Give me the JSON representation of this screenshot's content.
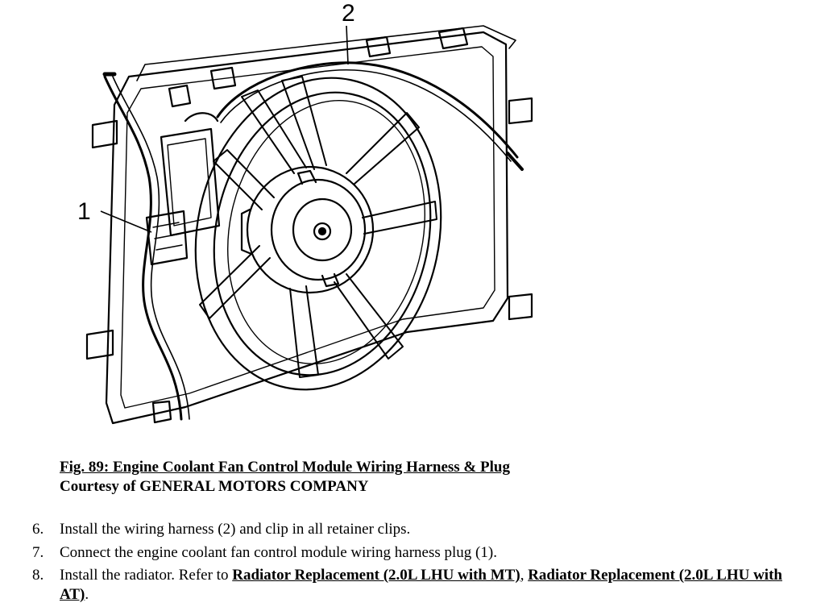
{
  "figure": {
    "callout_1": "1",
    "callout_2": "2"
  },
  "caption": {
    "title": "Fig. 89: Engine Coolant Fan Control Module Wiring Harness & Plug",
    "courtesy": "Courtesy of GENERAL MOTORS COMPANY"
  },
  "steps": [
    {
      "num": "6.",
      "text": "Install the wiring harness (2) and clip in all retainer clips."
    },
    {
      "num": "7.",
      "text": "Connect the engine coolant fan control module wiring harness plug (1)."
    },
    {
      "num": "8.",
      "text_before": "Install the radiator. Refer to ",
      "link1": "Radiator Replacement (2.0L LHU with MT)",
      "sep": ", ",
      "link2": "Radiator Replacement (2.0L LHU with AT)",
      "end": "."
    }
  ]
}
